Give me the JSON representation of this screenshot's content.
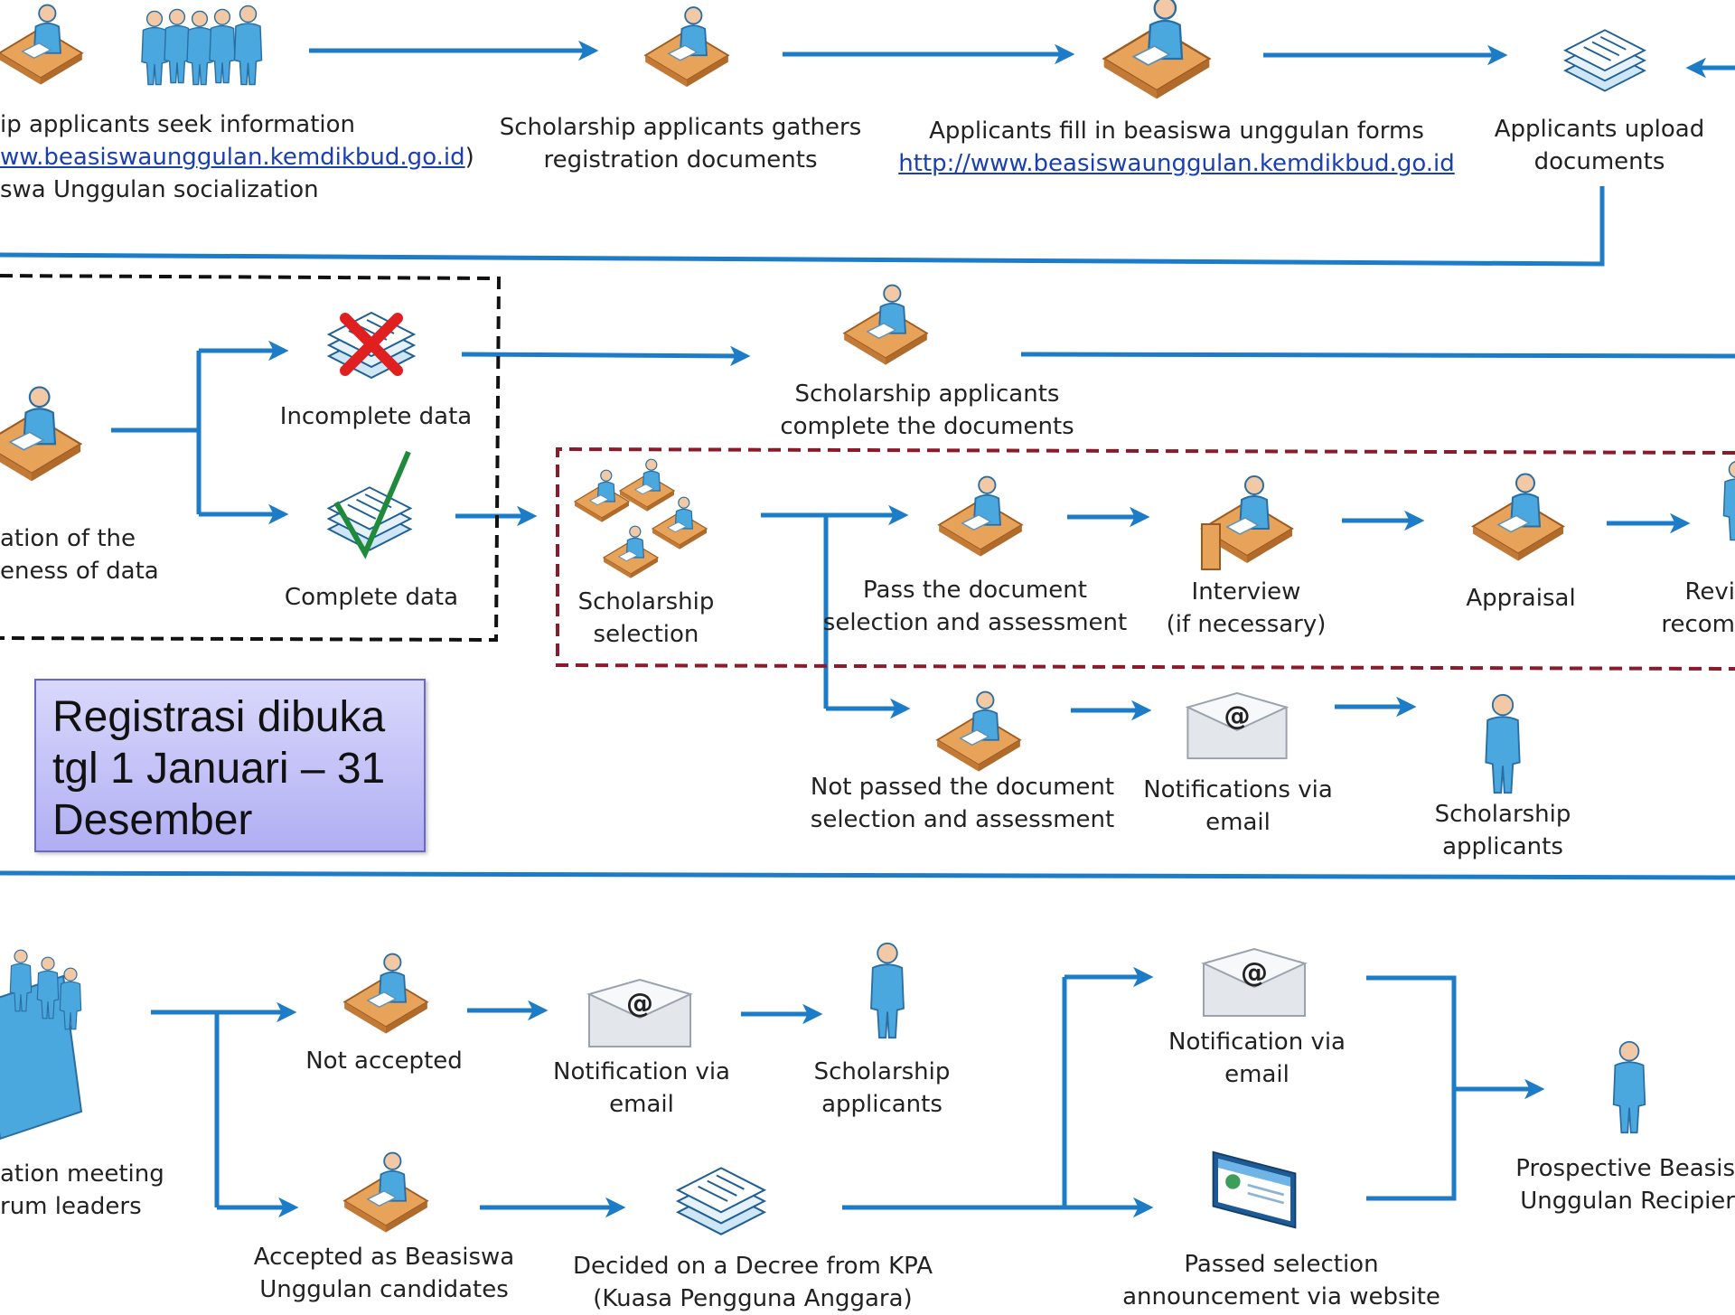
{
  "row1": {
    "seek_info": {
      "line1": "ip applicants seek information",
      "link": "ww.beasiswaunggulan.kemdikbud.go.id",
      "paren": ")",
      "line3": "swa Unggulan socialization"
    },
    "gather": {
      "line1": "Scholarship applicants gathers",
      "line2": "registration documents"
    },
    "fill_forms": {
      "line1": "Applicants fill in beasiswa unggulan forms",
      "link": "http://www.beasiswaunggulan.kemdikbud.go.id"
    },
    "upload": {
      "line1": "Applicants upload",
      "line2": "documents"
    }
  },
  "row2": {
    "verify": {
      "line1": "ation of the",
      "line2": "eness of data"
    },
    "incomplete": "Incomplete data",
    "complete": "Complete data",
    "complete_docs": {
      "line1": "Scholarship applicants",
      "line2": "complete the documents"
    },
    "selection": {
      "line1": "Scholarship",
      "line2": "selection"
    },
    "pass_doc": {
      "line1": "Pass the document",
      "line2": "selection and assessment"
    },
    "interview": {
      "line1": "Interview",
      "line2": "(if necessary)"
    },
    "appraisal": "Appraisal",
    "review": {
      "line1": "Revi",
      "line2": "recom"
    },
    "not_passed": {
      "line1": "Not passed the document",
      "line2": "selection and assessment"
    },
    "notif_email": {
      "line1": "Notifications via",
      "line2": "email"
    },
    "applicants": {
      "line1": "Scholarship",
      "line2": "applicants"
    }
  },
  "note": {
    "line1": "Registrasi dibuka",
    "line2": "tgl 1 Januari – 31",
    "line3": "Desember"
  },
  "row3": {
    "meeting": {
      "line1": "ation meeting",
      "line2": "rum leaders"
    },
    "not_accepted": "Not accepted",
    "notif_email": {
      "line1": "Notification via",
      "line2": "email"
    },
    "applicants": {
      "line1": "Scholarship",
      "line2": "applicants"
    },
    "accepted": {
      "line1": "Accepted as Beasiswa",
      "line2": "Unggulan candidates"
    },
    "decree": {
      "line1": "Decided on a Decree from KPA",
      "line2": "(Kuasa Pengguna Anggara)"
    },
    "notif_email2": {
      "line1": "Notification via",
      "line2": "email"
    },
    "announce": {
      "line1": "Passed selection",
      "line2": "announcement via website"
    },
    "recipients": {
      "line1": "Prospective Beasis",
      "line2": "Unggulan Recipier"
    }
  },
  "colors": {
    "arrow": "#1d7cc7",
    "black_dash": "#111111",
    "red_dash": "#8b1a2b",
    "link": "#1a3fb0",
    "person": "#4aa8df",
    "desk": "#e8a35a"
  }
}
